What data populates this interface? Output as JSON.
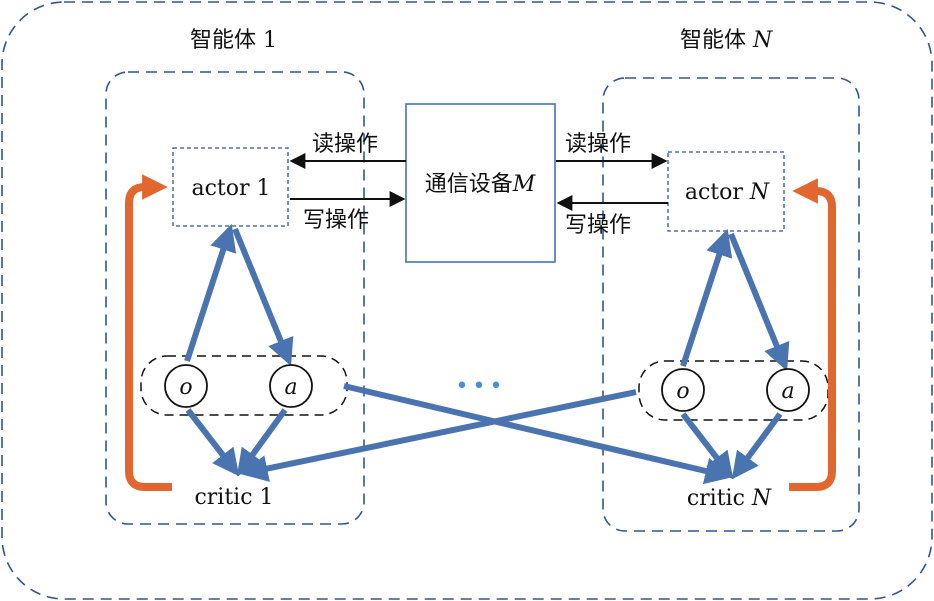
{
  "agents": [
    {
      "title_prefix": "智能体",
      "title_suffix": "1",
      "actor_prefix": "actor",
      "actor_suffix": "1",
      "critic_prefix": "critic",
      "critic_suffix": "1",
      "obs": "o",
      "act": "a"
    },
    {
      "title_prefix": "智能体",
      "title_suffix": "N",
      "actor_prefix": "actor",
      "actor_suffix": "N",
      "critic_prefix": "critic",
      "critic_suffix": "N",
      "obs": "o",
      "act": "a"
    }
  ],
  "comm": {
    "prefix": "通信设备",
    "suffix": "M"
  },
  "ops": {
    "read": "读操作",
    "write": "写操作"
  },
  "ellipsis": "•••",
  "colors": {
    "dashed_border": "#2f5597",
    "comm_border": "#4472c4",
    "blue_arrow": "#4a74b0",
    "orange_arrow": "#e2672e",
    "dots": "#4a8fd6"
  }
}
